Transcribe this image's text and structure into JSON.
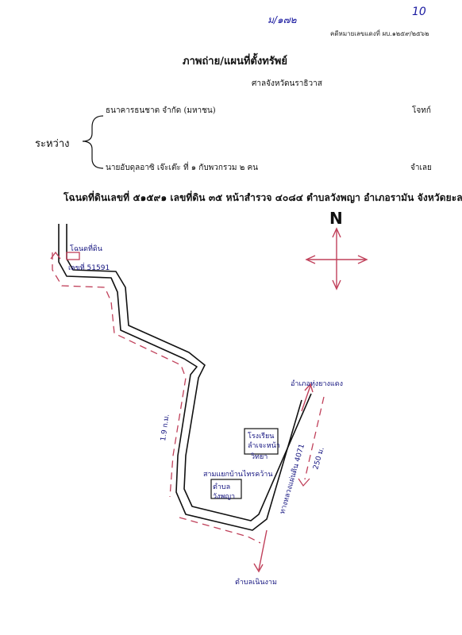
{
  "header": {
    "doc_no": "ม/๑๗๒",
    "page_number": "10",
    "black_case": "คดีหมายเลขแดงที่ ผบ.๑๒๕๙/๒๕๖๒"
  },
  "title": "ภาพถ่าย/แผนที่ตั้งทรัพย์",
  "court": "ศาลจังหวัดนราธิวาส",
  "between_label": "ระหว่าง",
  "plaintiff": {
    "name": "ธนาคารธนชาต จำกัด  (มหาชน)",
    "role": "โจทก์"
  },
  "defendant": {
    "name": "นายอับดุลอาซิ  เจ๊ะเต๊ะ ที่ ๑  กับพวกรวม ๒ คน",
    "role": "จำเลย"
  },
  "deed_line": "โฉนดที่ดินเลขที่ ๕๑๕๙๑  เลขที่ดิน  ๓๕  หน้าสำรวจ  ๔๐๘๔  ตำบลวังพญา  อำเภอรามัน  จังหวัดยะลา",
  "map": {
    "north_label": "N",
    "plot_label_1": "โฉนดที่ดิน",
    "plot_label_2": "เลขที่ 51591",
    "distance_left": "1.9 ก.ม.",
    "school_label_1": "โรงเรียน",
    "school_label_2": "ลำเจะหน้า",
    "school_label_3": "วิทยา",
    "junction_label_1": "สามแยกบ้านไทรคว้าน",
    "subdistrict_label_1": "ตำบล",
    "subdistrict_label_2": "วังพญา",
    "highway_label": "ทางหลวงแผ่นดิน 4071",
    "distance_right": "250 ม.",
    "top_destination": "อำเภอทุ่งยางแดง",
    "bottom_destination": "ตำบลเนินงาม"
  }
}
